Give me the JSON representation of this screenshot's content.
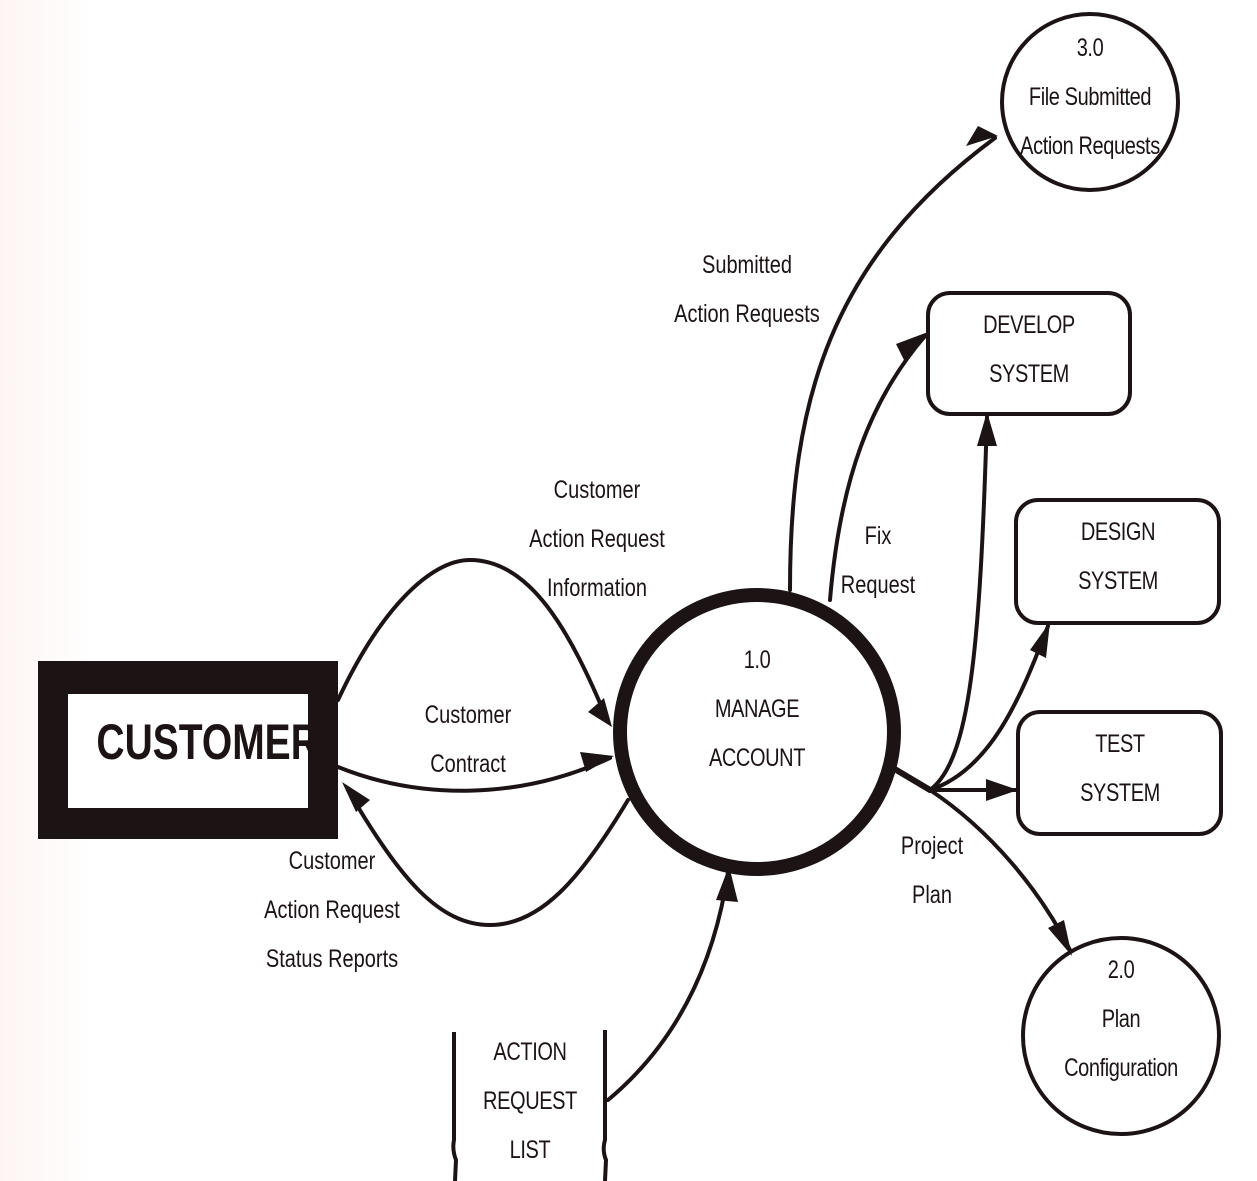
{
  "diagram": {
    "type": "data-flow-diagram",
    "colors": {
      "ink": "#1c1414",
      "paper": "#ffffff",
      "paper_edge": "#fdf5f3"
    },
    "external_entities": [
      {
        "id": "customer",
        "label": "CUSTOMER"
      }
    ],
    "processes": [
      {
        "id": "p1",
        "number": "1.0",
        "lines": [
          "MANAGE",
          "ACCOUNT"
        ]
      },
      {
        "id": "p2",
        "number": "2.0",
        "lines": [
          "Plan",
          "Configuration"
        ]
      },
      {
        "id": "p3",
        "number": "3.0",
        "lines": [
          "File Submitted",
          "Action Requests"
        ]
      }
    ],
    "systems": [
      {
        "id": "develop",
        "lines": [
          "DEVELOP",
          "SYSTEM"
        ]
      },
      {
        "id": "design",
        "lines": [
          "DESIGN",
          "SYSTEM"
        ]
      },
      {
        "id": "test",
        "lines": [
          "TEST",
          "SYSTEM"
        ]
      }
    ],
    "data_stores": [
      {
        "id": "arl",
        "lines": [
          "ACTION",
          "REQUEST",
          "LIST"
        ]
      }
    ],
    "flows": [
      {
        "id": "f1",
        "from": "customer",
        "to": "p1",
        "lines": [
          "Customer",
          "Action Request",
          "Information"
        ]
      },
      {
        "id": "f2",
        "from": "customer",
        "to": "p1",
        "lines": [
          "Customer",
          "Contract"
        ]
      },
      {
        "id": "f3",
        "from": "p1",
        "to": "customer",
        "lines": [
          "Customer",
          "Action Request",
          "Status Reports"
        ]
      },
      {
        "id": "f4",
        "from": "p1",
        "to": "p3",
        "lines": [
          "Submitted",
          "Action Requests"
        ]
      },
      {
        "id": "f5",
        "from": "p1",
        "to": "develop",
        "lines": [
          "Fix",
          "Request"
        ]
      },
      {
        "id": "f6",
        "from": "p1",
        "to": "develop",
        "lines": []
      },
      {
        "id": "f7",
        "from": "p1",
        "to": "design",
        "lines": []
      },
      {
        "id": "f8",
        "from": "p1",
        "to": "test",
        "lines": []
      },
      {
        "id": "f9",
        "from": "p1",
        "to": "p2",
        "lines": [
          "Project",
          "Plan"
        ]
      },
      {
        "id": "f10",
        "from": "arl",
        "to": "p1",
        "lines": []
      }
    ]
  }
}
